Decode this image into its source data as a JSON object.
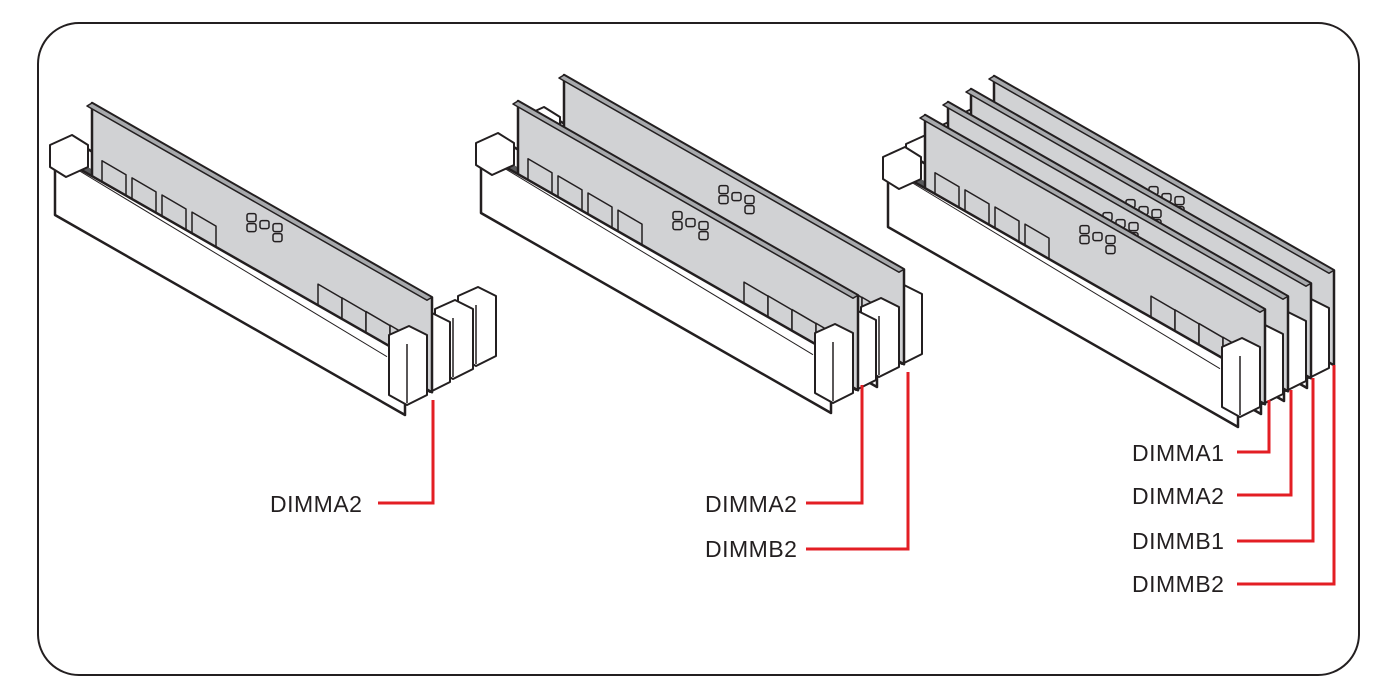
{
  "colors": {
    "leader": "#e31e24",
    "module": "#d1d2d4",
    "outline": "#231f20",
    "slot_groove": "#58595b"
  },
  "configurations": [
    {
      "name": "one-module",
      "populated_slots": [
        0
      ],
      "labels": [
        "DIMMA2"
      ]
    },
    {
      "name": "two-modules",
      "populated_slots": [
        0,
        2
      ],
      "labels": [
        "DIMMA2",
        "DIMMB2"
      ]
    },
    {
      "name": "four-modules",
      "populated_slots": [
        0,
        1,
        2,
        3
      ],
      "labels": [
        "DIMMA1",
        "DIMMA2",
        "DIMMB1",
        "DIMMB2"
      ]
    }
  ]
}
